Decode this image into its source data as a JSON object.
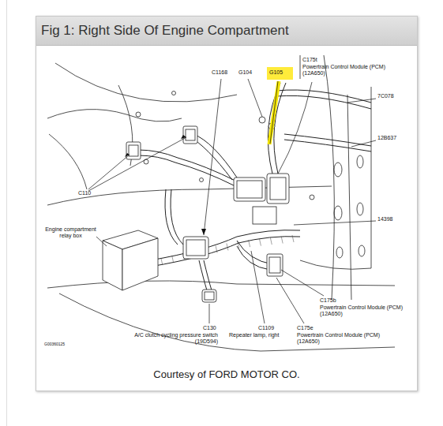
{
  "diagram": {
    "title": "Fig 1: Right Side Of Engine Compartment",
    "caption": "Courtesy of FORD MOTOR CO.",
    "labels": [
      "C1168",
      "G104",
      "G105",
      "C175t",
      "Powertrain Control Module (PCM) (12A650)",
      "7C078",
      "12B637",
      "C110",
      "Engine compartment relay box",
      "14398",
      "C175b",
      "Powertrain Control Module (PCM) (12A650)",
      "C130",
      "A/C clutch cycling pressure switch (19D594)",
      "C1109",
      "Repeater lamp, right",
      "C175e",
      "Powertrain Control Module (PCM) (12A650)",
      "G00360125"
    ]
  }
}
